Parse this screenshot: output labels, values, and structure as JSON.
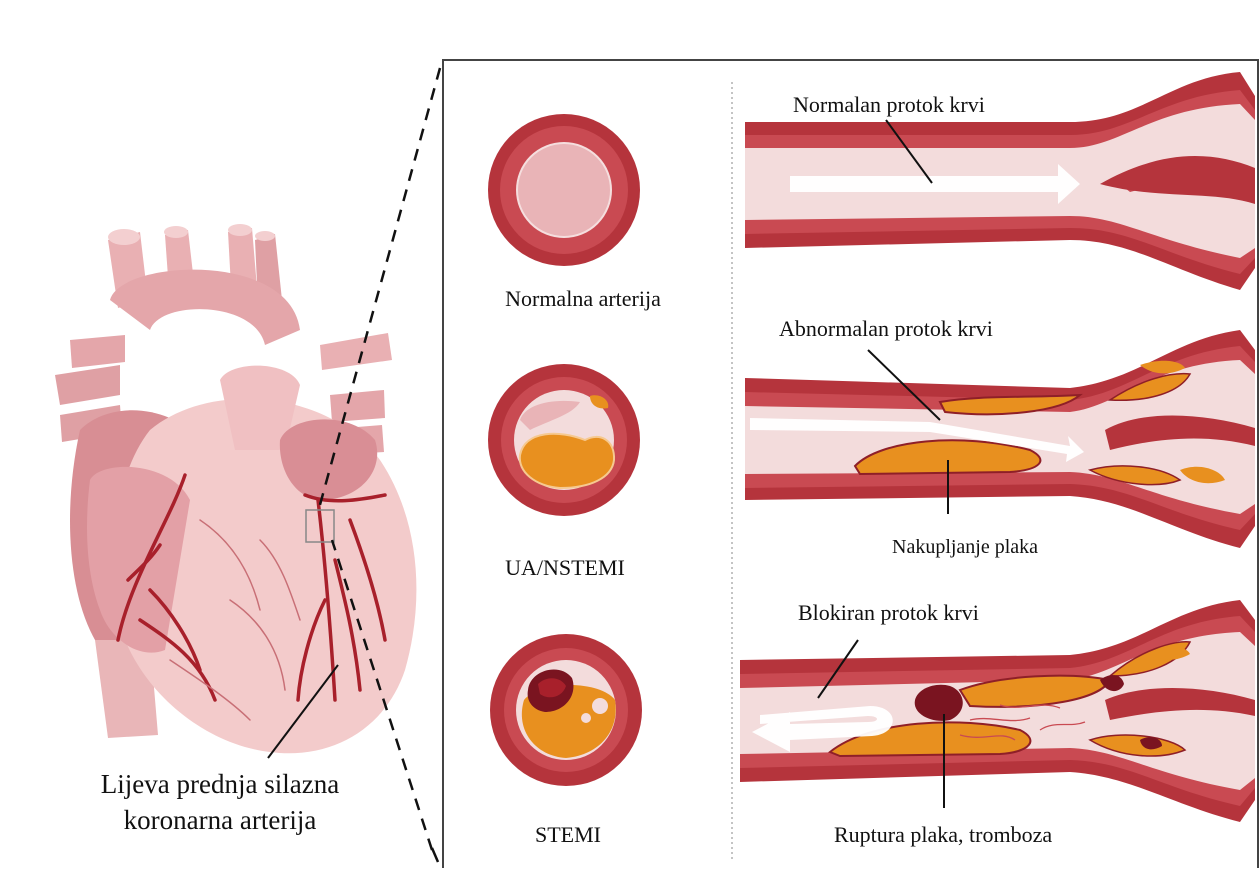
{
  "heart": {
    "label_line1": "Lijeva prednja silazna",
    "label_line2": "koronarna arterija"
  },
  "cross_sections": [
    {
      "label": "Normalna arterija"
    },
    {
      "label": "UA/NSTEMI"
    },
    {
      "label": "STEMI"
    }
  ],
  "flows": {
    "normal": "Normalan protok krvi",
    "abnormal": "Abnormalan protok krvi",
    "plaque": "Nakupljanje plaka",
    "blocked": "Blokiran protok krvi",
    "rupture": "Ruptura plaka, tromboza"
  },
  "colors": {
    "vessel_wall": "#b5343c",
    "vessel_wall_dark": "#8f1f28",
    "lumen": "#f3dcdc",
    "plaque": "#e8901f",
    "thrombus": "#7a1420",
    "heart_light": "#f2c4c4",
    "heart_mid": "#e2a2a6",
    "heart_dark": "#cf8a90"
  }
}
